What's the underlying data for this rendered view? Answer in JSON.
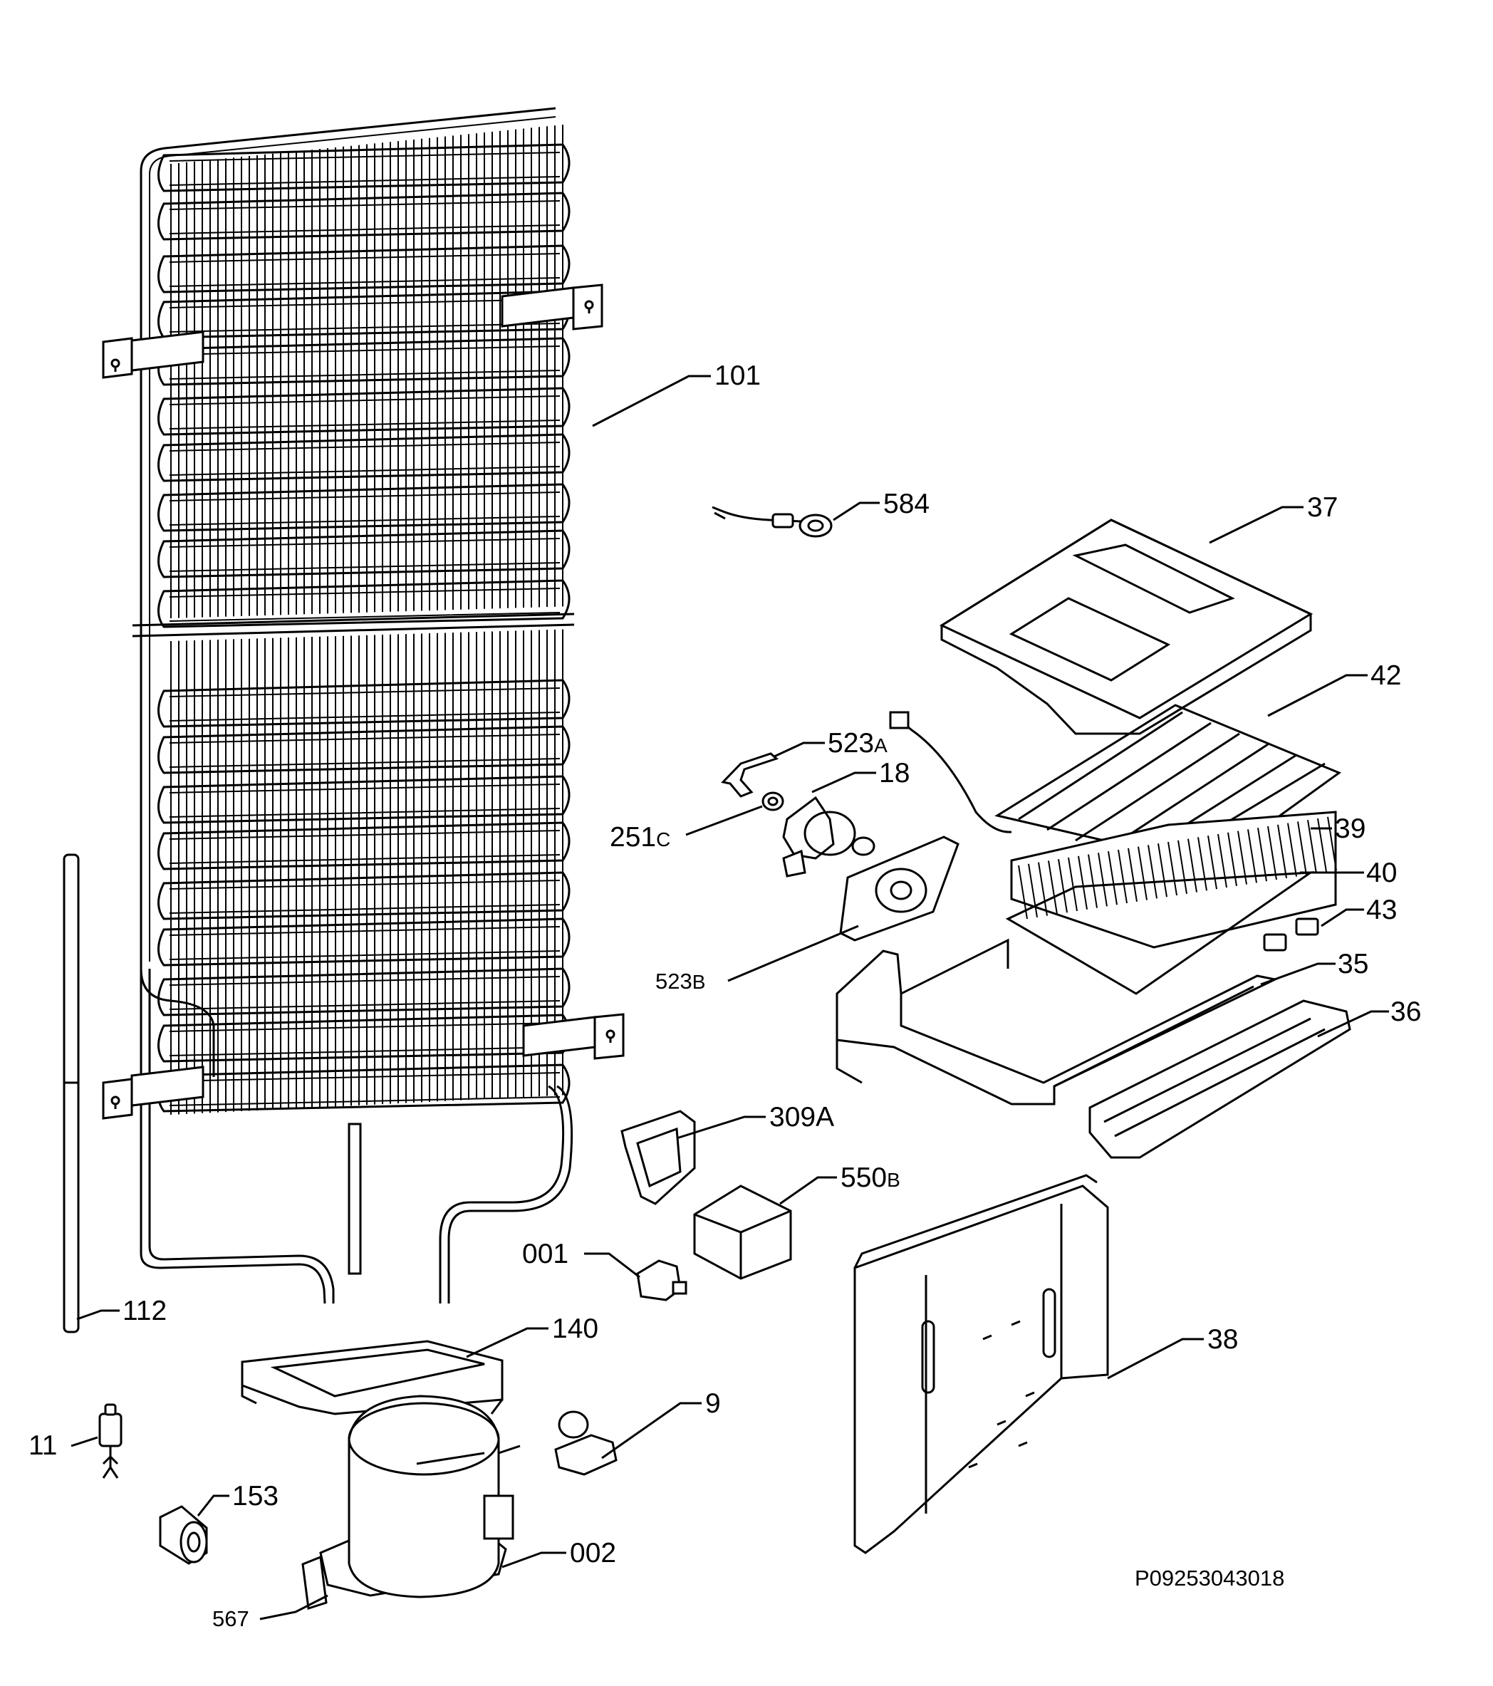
{
  "drawing_code": "P09253043018",
  "callouts": [
    {
      "id": "101",
      "text": "101",
      "suffix": ""
    },
    {
      "id": "584",
      "text": "584",
      "suffix": ""
    },
    {
      "id": "37",
      "text": "37",
      "suffix": ""
    },
    {
      "id": "42",
      "text": "42",
      "suffix": ""
    },
    {
      "id": "523A",
      "text": "523",
      "suffix": "A"
    },
    {
      "id": "18",
      "text": "18",
      "suffix": ""
    },
    {
      "id": "251C",
      "text": "251",
      "suffix": "C"
    },
    {
      "id": "39",
      "text": "39",
      "suffix": ""
    },
    {
      "id": "40",
      "text": "40",
      "suffix": ""
    },
    {
      "id": "43",
      "text": "43",
      "suffix": ""
    },
    {
      "id": "523B",
      "text": "523",
      "suffix": "B"
    },
    {
      "id": "35",
      "text": "35",
      "suffix": ""
    },
    {
      "id": "36",
      "text": "36",
      "suffix": ""
    },
    {
      "id": "309A",
      "text": "309A",
      "suffix": ""
    },
    {
      "id": "550B",
      "text": "550",
      "suffix": "B"
    },
    {
      "id": "001",
      "text": "001",
      "suffix": ""
    },
    {
      "id": "112",
      "text": "112",
      "suffix": ""
    },
    {
      "id": "140",
      "text": "140",
      "suffix": ""
    },
    {
      "id": "9",
      "text": "9",
      "suffix": ""
    },
    {
      "id": "38",
      "text": "38",
      "suffix": ""
    },
    {
      "id": "11",
      "text": "11",
      "suffix": ""
    },
    {
      "id": "153",
      "text": "153",
      "suffix": ""
    },
    {
      "id": "002",
      "text": "002",
      "suffix": ""
    },
    {
      "id": "567",
      "text": "567",
      "suffix": ""
    }
  ]
}
